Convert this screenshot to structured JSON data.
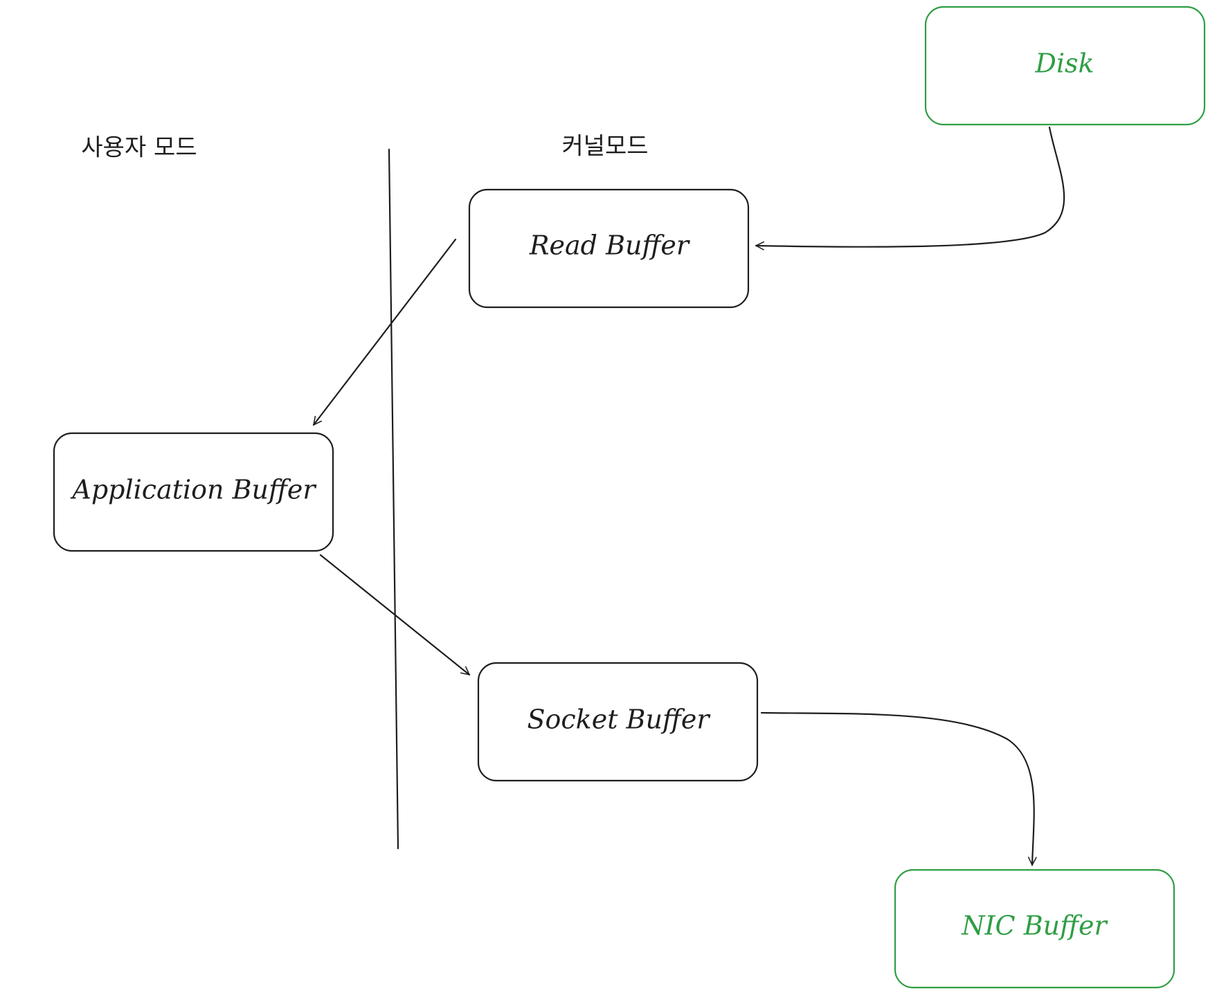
{
  "labels": {
    "user_mode": "사용자 모드",
    "kernel_mode": "커널모드"
  },
  "nodes": {
    "disk": {
      "label": "Disk",
      "color": "#2f9e44"
    },
    "read_buffer": {
      "label": "Read Buffer",
      "color": "#1e1e1e"
    },
    "application_buffer": {
      "label": "Application Buffer",
      "color": "#1e1e1e"
    },
    "socket_buffer": {
      "label": "Socket Buffer",
      "color": "#1e1e1e"
    },
    "nic_buffer": {
      "label": "NIC Buffer",
      "color": "#2f9e44"
    }
  },
  "colors": {
    "stroke": "#1e1e1e",
    "accent_green": "#2f9e44",
    "background": "#ffffff"
  }
}
